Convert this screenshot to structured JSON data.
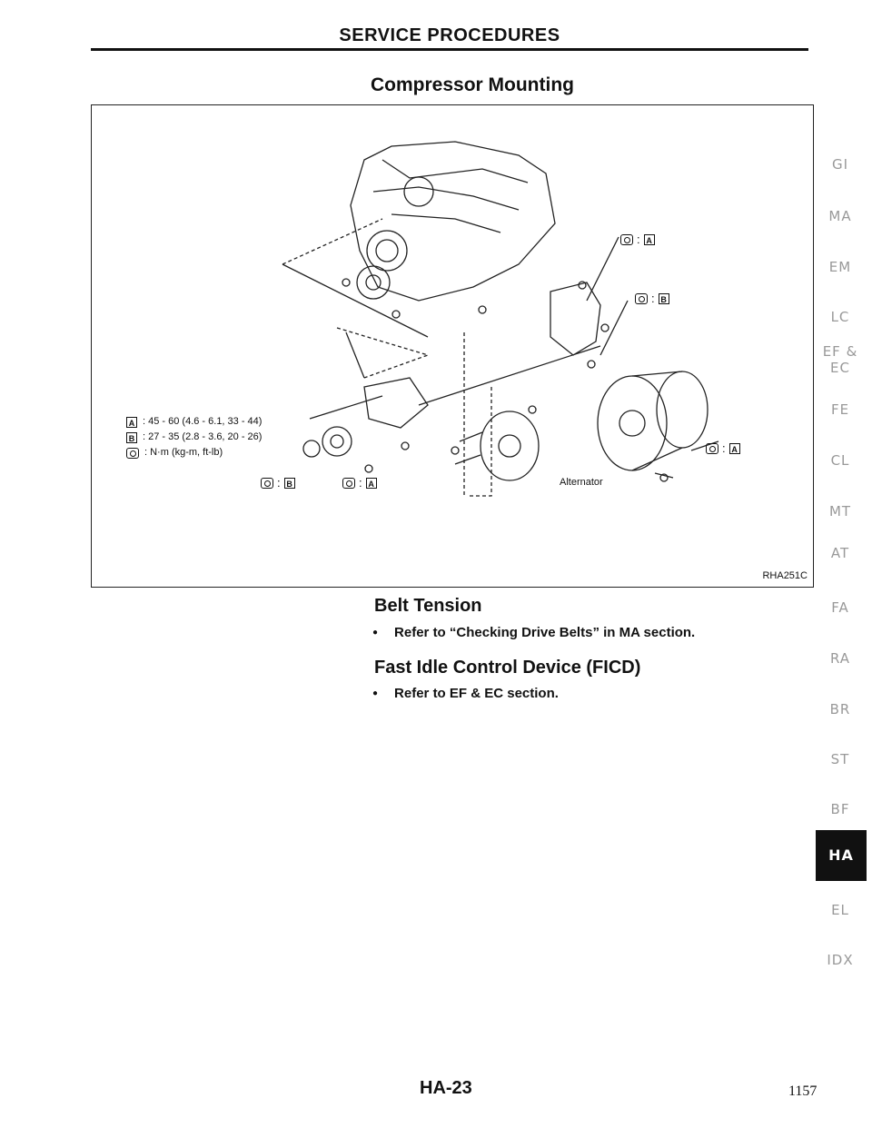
{
  "header": {
    "title": "SERVICE PROCEDURES"
  },
  "section": {
    "title": "Compressor Mounting"
  },
  "figure": {
    "id": "RHA251C",
    "alternator_label": "Alternator",
    "legend": [
      {
        "key": "A",
        "text": ": 45 - 60 (4.6 - 6.1, 33 - 44)"
      },
      {
        "key": "B",
        "text": ": 27 - 35 (2.8 - 3.6, 20 - 26)"
      },
      {
        "key": "torque",
        "text": ": N·m (kg-m, ft-lb)"
      }
    ],
    "callouts": {
      "a": "A",
      "b": "B",
      "sep": ":"
    }
  },
  "belt": {
    "title": "Belt Tension",
    "bullet": "Refer to “Checking Drive Belts” in MA section."
  },
  "ficd": {
    "title": "Fast Idle Control Device (FICD)",
    "bullet": "Refer to EF & EC section."
  },
  "bullet_char": "●",
  "sidebar": {
    "items": [
      "GI",
      "MA",
      "EM",
      "LC",
      "EF &",
      "EC",
      "FE",
      "CL",
      "MT",
      "AT",
      "FA",
      "RA",
      "BR",
      "ST",
      "BF",
      "HA",
      "EL",
      "IDX"
    ],
    "active": "HA"
  },
  "footer": {
    "page_code": "HA-23",
    "page_number": "1157"
  }
}
